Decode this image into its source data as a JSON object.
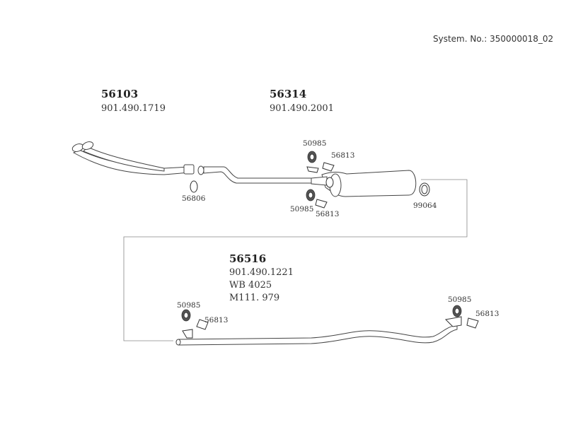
{
  "system_no": "System. No.: 350000018_02",
  "groups": {
    "front_pipe": {
      "part": "56103",
      "oem": "901.490.1719"
    },
    "muffler": {
      "part": "56314",
      "oem": "901.490.2001"
    },
    "rear_pipe": {
      "part": "56516",
      "oem": "901.490.1221",
      "line2": "WB 4025",
      "line3": "M111. 979"
    }
  },
  "labels": {
    "gasket": "56806",
    "clamp": "99064",
    "hanger_top": "50985",
    "bracket_top": "56813",
    "hanger_bottom": "50985",
    "bracket_bottom": "56813",
    "hanger_rear_left": "50985",
    "bracket_rear_left": "56813",
    "hanger_rear_right": "50985",
    "bracket_rear_right": "56813"
  }
}
